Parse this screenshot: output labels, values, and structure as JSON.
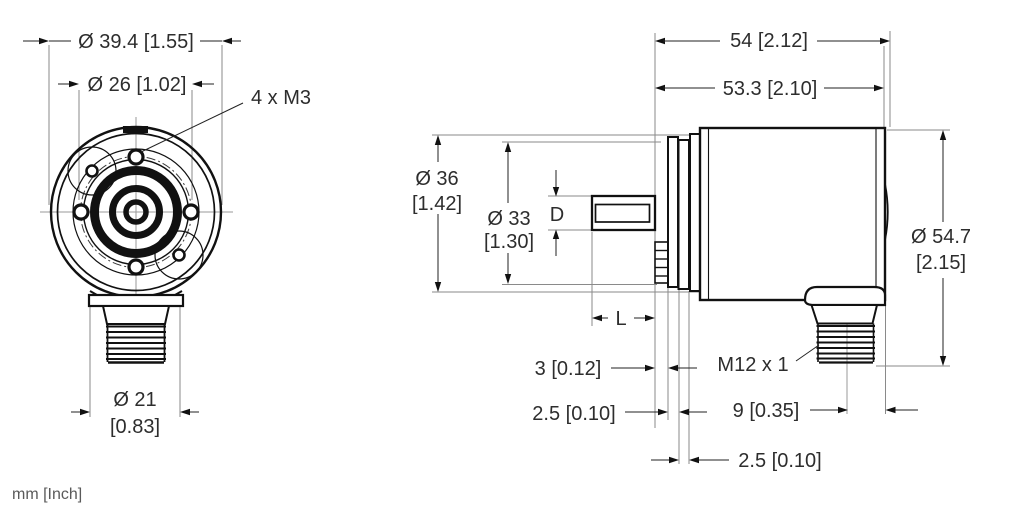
{
  "labels": {
    "front": {
      "flange_diameter": "Ø 39.4 [1.55]",
      "bolt_circle": "Ø 26 [1.02]",
      "mounting_holes": "4 x M3",
      "connector_dia_mm": "Ø 21",
      "connector_dia_inch": "[0.83]"
    },
    "side": {
      "total_length": "54 [2.12]",
      "housing_length": "53.3 [2.10]",
      "flange_dia_mm": "Ø 36",
      "flange_dia_inch": "[1.42]",
      "pilot_dia_mm": "Ø 33",
      "pilot_dia_inch": "[1.30]",
      "shaft_diameter": "D",
      "shaft_length": "L",
      "serration_width": "3 [0.12]",
      "ring_width_1": "2.5 [0.10]",
      "connector_thread": "M12 x 1",
      "connector_offset": "9 [0.35]",
      "ring_width_2": "2.5 [0.10]",
      "housing_dia_mm": "Ø 54.7",
      "housing_dia_inch": "[2.15]"
    },
    "units": "mm [Inch]",
    "colors": {
      "line": "#111111",
      "projection": "#8a8a8a",
      "background": "#ffffff"
    }
  }
}
